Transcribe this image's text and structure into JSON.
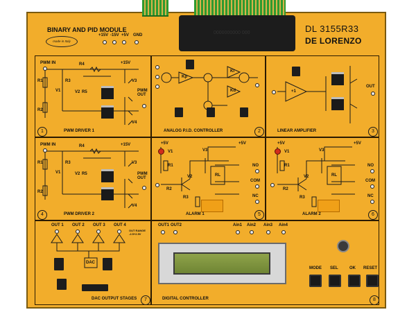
{
  "board": {
    "title": "BINARY AND PID MODULE",
    "model_code": "DL 3155R33",
    "brand": "DE LORENZO",
    "made_in": "made in Italy",
    "chip_label": "0000000000 000",
    "power_labels": [
      "+15V",
      "-15V",
      "+5V",
      "GND"
    ]
  },
  "panels": [
    {
      "number": "1",
      "title": "PWM DRIVER 1",
      "labels": [
        "PWM IN",
        "R4",
        "+15V",
        "R1",
        "R3",
        "V1",
        "V2",
        "R5",
        "R2",
        "V3",
        "PWM OUT",
        "V4"
      ]
    },
    {
      "number": "2",
      "title": "ANALOG P.I.D. CONTROLLER",
      "labels": [
        "Kp",
        "Ki",
        "Kd"
      ]
    },
    {
      "number": "3",
      "title": "LINEAR AMPLIFIER",
      "labels": [
        "+1",
        "OUT"
      ]
    },
    {
      "number": "4",
      "title": "PWM DRIVER 2",
      "labels": [
        "PWM IN",
        "R4",
        "+15V",
        "R1",
        "R3",
        "V1",
        "V2",
        "R5",
        "R2",
        "V3",
        "PWM OUT",
        "V4"
      ]
    },
    {
      "number": "5",
      "title": "ALARM 1",
      "labels": [
        "+5V",
        "V1",
        "V3",
        "+5V",
        "R1",
        "NO",
        "RL",
        "COM",
        "NC",
        "V2",
        "R2",
        "R3"
      ]
    },
    {
      "number": "6",
      "title": "ALARM 2",
      "labels": [
        "+5V",
        "V1",
        "V3",
        "+5V",
        "R1",
        "NO",
        "RL",
        "COM",
        "NC",
        "V2",
        "R2",
        "R3"
      ]
    },
    {
      "number": "7",
      "title": "DAC OUTPUT STAGES",
      "labels": [
        "OUT 1",
        "OUT 2",
        "OUT 3",
        "OUT 4",
        "OUT RANGE -2.5+2.5V",
        "DAC"
      ]
    },
    {
      "number": "8",
      "title": "DIGITAL CONTROLLER",
      "labels": [
        "OUT1",
        "OUT2",
        "Ain1",
        "Ain2",
        "Ain3",
        "Ain4"
      ]
    }
  ],
  "buttons": [
    "MODE",
    "SEL",
    "OK",
    "RESET"
  ],
  "colors": {
    "board": "#f2ad2b",
    "lines": "#1a1a1a",
    "lcd": "#7f963e",
    "led": "#d12c1c"
  }
}
